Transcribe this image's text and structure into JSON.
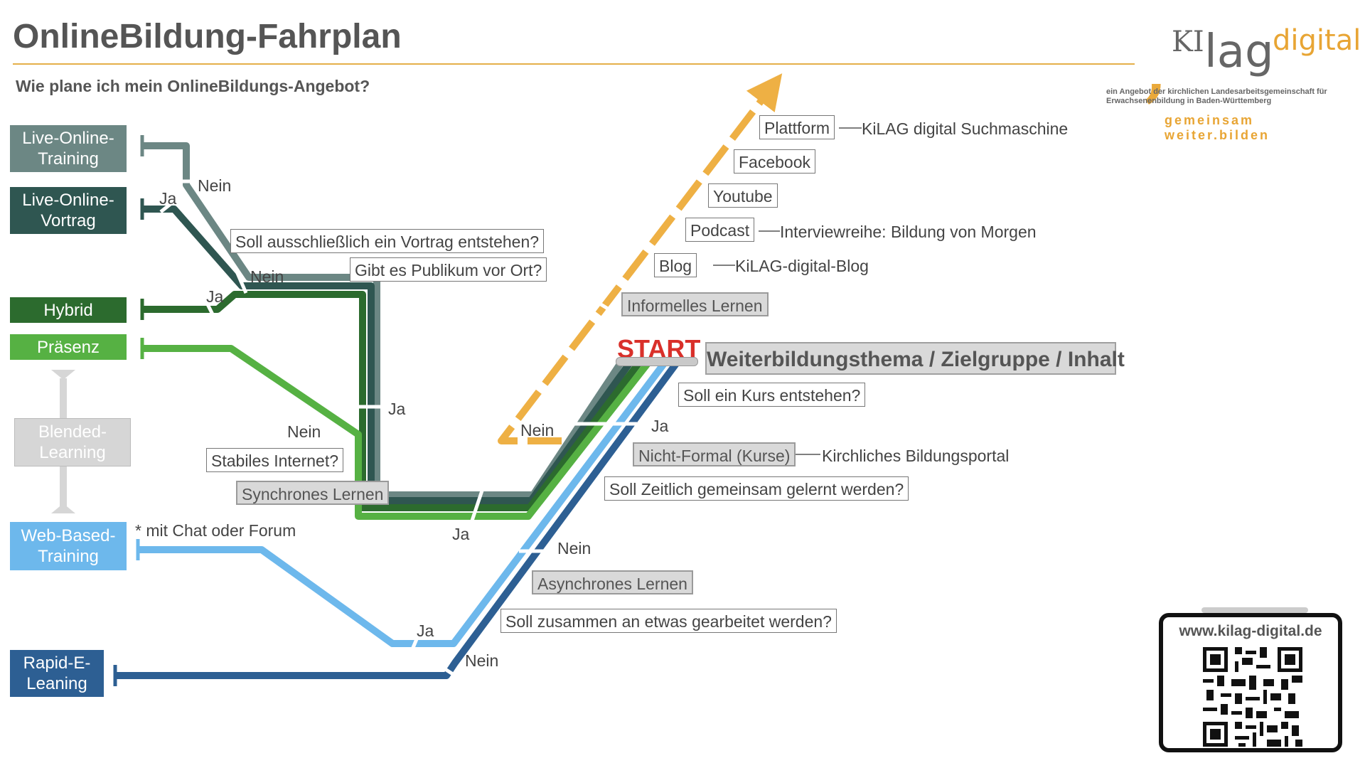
{
  "header": {
    "title": "OnlineBildung-Fahrplan",
    "subtitle": "Wie plane ich mein OnlineBildungs-Angebot?"
  },
  "logo": {
    "ki": "KI",
    "lag": "lag",
    "digital": "digital",
    "description": "ein Angebot der kirchlichen Landesarbeitsgemeinschaft für Erwachsenenbildung in Baden-Württemberg",
    "tagline": "gemeinsam weiter.bilden"
  },
  "modes": {
    "live_training": "Live-Online-Training",
    "live_vortrag": "Live-Online-Vortrag",
    "hybrid": "Hybrid",
    "praesenz": "Präsenz",
    "blended": "Blended-Learning",
    "wbt": "Web-Based-Training",
    "rapid": "Rapid-E-Leaning"
  },
  "start": {
    "label": "START",
    "topic": "Weiterbildungsthema / Zielgruppe / Inhalt"
  },
  "questions": {
    "kurs": "Soll ein Kurs entstehen?",
    "zeitlich": "Soll Zeitlich gemeinsam gelernt werden?",
    "zusammen": "Soll zusammen an etwas gearbeitet werden?",
    "internet": "Stabiles Internet?",
    "publikum": "Gibt es Publikum vor Ort?",
    "vortrag": "Soll ausschließlich ein Vortrag entstehen?"
  },
  "categories": {
    "informell": "Informelles Lernen",
    "nicht_formal": "Nicht-Formal (Kurse)",
    "synchron": "Synchrones Lernen",
    "asynchron": "Asynchrones Lernen"
  },
  "platforms": {
    "plattform": "Plattform",
    "facebook": "Facebook",
    "youtube": "Youtube",
    "podcast": "Podcast",
    "blog": "Blog"
  },
  "platform_notes": {
    "plattform": "KiLAG digital Suchmaschine",
    "podcast": "Interviewreihe: Bildung von Morgen",
    "blog": "KiLAG-digital-Blog",
    "nicht_formal": "Kirchliches Bildungsportal"
  },
  "answers": {
    "ja": "Ja",
    "nein": "Nein"
  },
  "footnote": "* mit Chat oder Forum",
  "qr": {
    "url": "www.kilag-digital.de"
  },
  "colors": {
    "live_training": "#6c8784",
    "live_vortrag": "#2f5651",
    "hybrid": "#2c6b2e",
    "praesenz": "#56b143",
    "blended": "#d6d6d6",
    "wbt": "#6db8ec",
    "rapid": "#2d5f93",
    "informell": "#eeb044",
    "accent": "#e5b04a",
    "start": "#d9302a"
  }
}
